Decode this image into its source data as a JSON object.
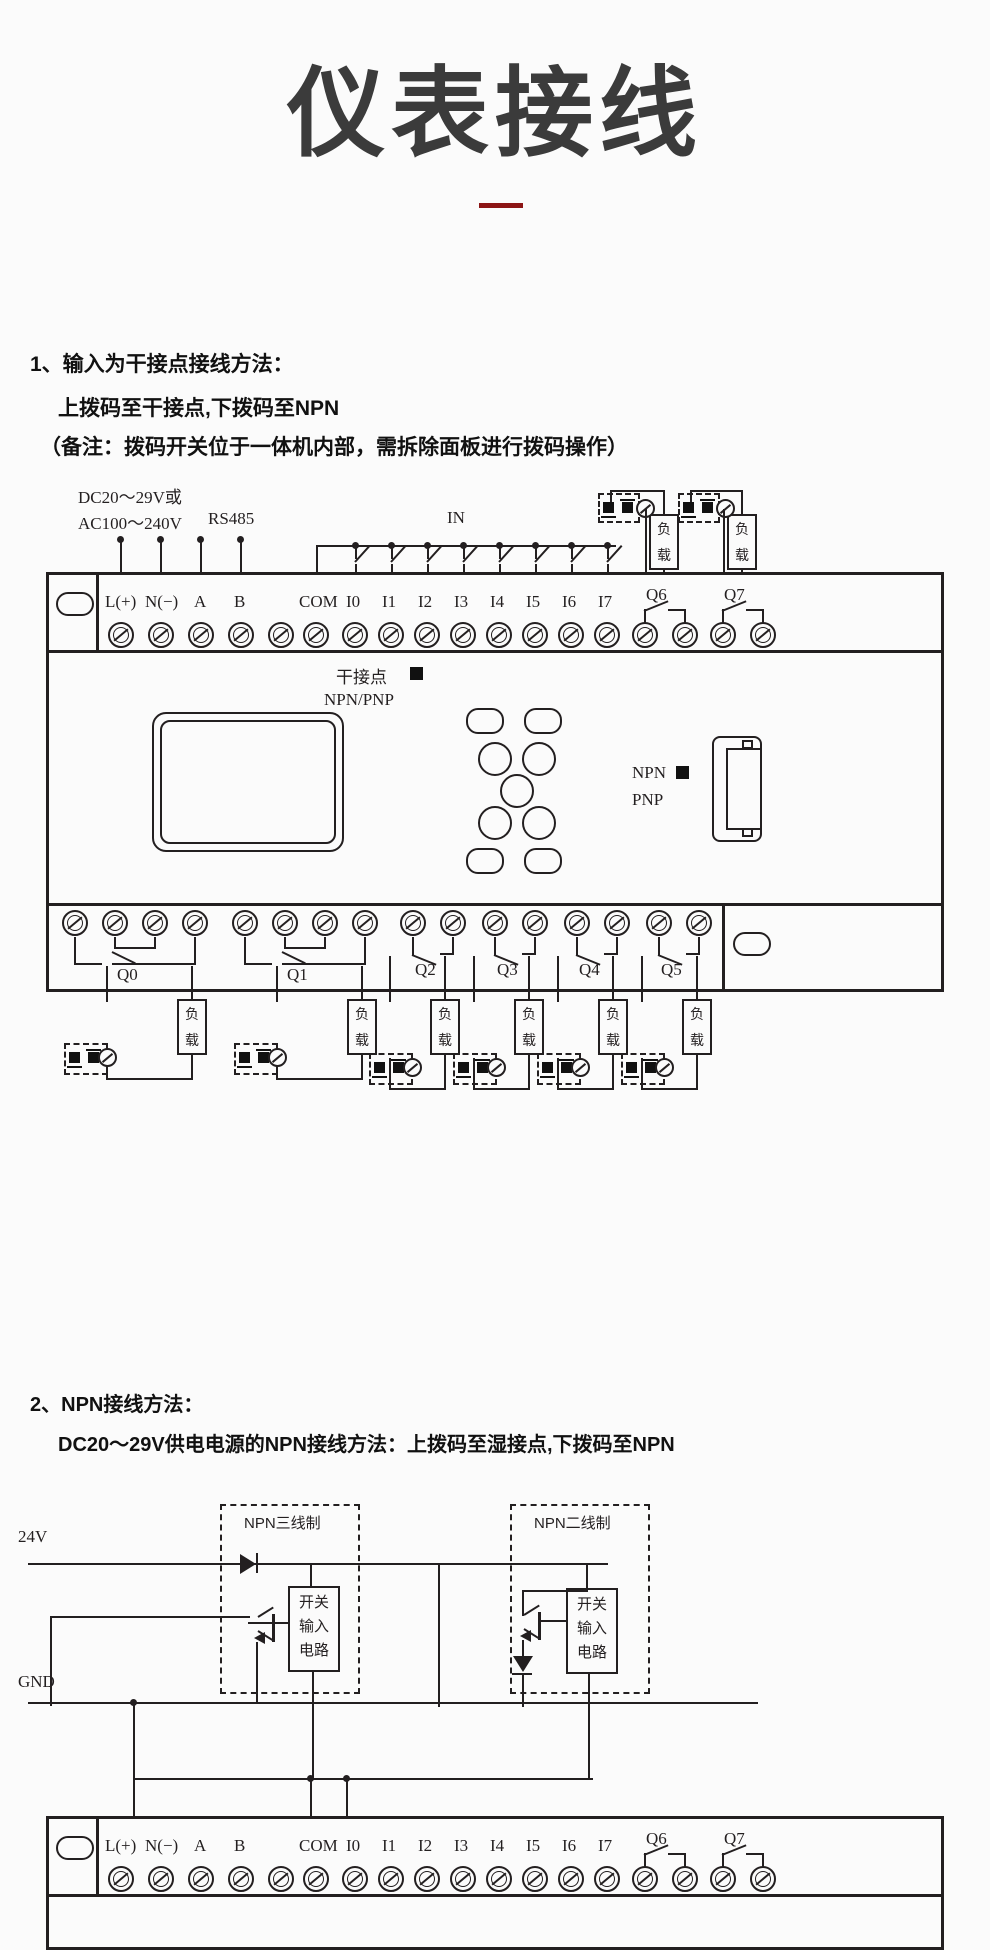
{
  "header": {
    "title": "仪表接线",
    "rule_color": "#8c1515"
  },
  "sections": [
    {
      "id": "dry-contact",
      "heading": "1、输入为干接点接线方法：",
      "line2": "上拨码至干接点,下拨码至NPN",
      "line3": "（备注：拨码开关位于一体机内部，需拆除面板进行拨码操作）"
    },
    {
      "id": "npn",
      "heading": "2、NPN接线方法：",
      "line2": "DC20～29V供电电源的NPN接线方法：上拨码至湿接点,下拨码至NPN"
    }
  ],
  "diagram1": {
    "power_label_line1": "DC20～29V或",
    "power_label_line2": "AC100～240V",
    "rs485_label": "RS485",
    "input_label": "IN",
    "dip_dry_label": "干接点",
    "dip_npnpnp_label": "NPN/PNP",
    "dip_npn_label": "NPN",
    "dip_pnp_label": "PNP",
    "top_terminals": [
      "L(+)",
      "N(−)",
      "A",
      "B",
      "COM",
      "I0",
      "I1",
      "I2",
      "I3",
      "I4",
      "I5",
      "I6",
      "I7"
    ],
    "top_relay_outputs": [
      "Q6",
      "Q7"
    ],
    "bottom_relay_outputs_4pin": [
      "Q0",
      "Q1"
    ],
    "bottom_relay_outputs_2pin": [
      "Q2",
      "Q3",
      "Q4",
      "Q5"
    ],
    "load_label": "负载",
    "load_count_top": 2,
    "load_count_bottom": 6
  },
  "diagram2": {
    "rail_24v": "24V",
    "rail_gnd": "GND",
    "box_3wire": "NPN三线制",
    "box_2wire": "NPN二线制",
    "switch_circuit_lines": [
      "开关",
      "输入",
      "电路"
    ],
    "bottom_terminals": [
      "L(+)",
      "N(−)",
      "A",
      "B",
      "COM",
      "I0",
      "I1",
      "I2",
      "I3",
      "I4",
      "I5",
      "I6",
      "I7"
    ],
    "bottom_relay_outputs": [
      "Q6",
      "Q7"
    ]
  }
}
